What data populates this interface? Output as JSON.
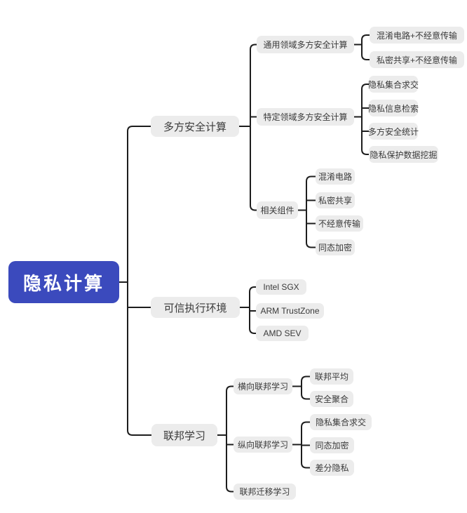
{
  "title": "隐私计算思维导图",
  "colors": {
    "root_bg": "#3b4abd",
    "root_text": "#ffffff",
    "node_bg": "#ececec",
    "node_text": "#3a3a3a",
    "line": "#1d1d1d",
    "canvas_bg": "#ffffff"
  },
  "tree": {
    "root": {
      "label": "隐私计算"
    },
    "branches": [
      {
        "label": "多方安全计算",
        "children": [
          {
            "label": "通用领域多方安全计算",
            "children": [
              {
                "label": "混淆电路+不经意传输"
              },
              {
                "label": "私密共享+不经意传输"
              }
            ]
          },
          {
            "label": "特定领域多方安全计算",
            "children": [
              {
                "label": "隐私集合求交"
              },
              {
                "label": "隐私信息检索"
              },
              {
                "label": "多方安全统计"
              },
              {
                "label": "隐私保护数据挖掘"
              }
            ]
          },
          {
            "label": "相关组件",
            "children": [
              {
                "label": "混淆电路"
              },
              {
                "label": "私密共享"
              },
              {
                "label": "不经意传输"
              },
              {
                "label": "同态加密"
              }
            ]
          }
        ]
      },
      {
        "label": "可信执行环境",
        "children": [
          {
            "label": "Intel SGX"
          },
          {
            "label": "ARM TrustZone"
          },
          {
            "label": "AMD SEV"
          }
        ]
      },
      {
        "label": "联邦学习",
        "children": [
          {
            "label": "横向联邦学习",
            "children": [
              {
                "label": "联邦平均"
              },
              {
                "label": "安全聚合"
              }
            ]
          },
          {
            "label": "纵向联邦学习",
            "children": [
              {
                "label": "隐私集合求交"
              },
              {
                "label": "同态加密"
              },
              {
                "label": "差分隐私"
              }
            ]
          },
          {
            "label": "联邦迁移学习",
            "children": []
          }
        ]
      }
    ]
  }
}
